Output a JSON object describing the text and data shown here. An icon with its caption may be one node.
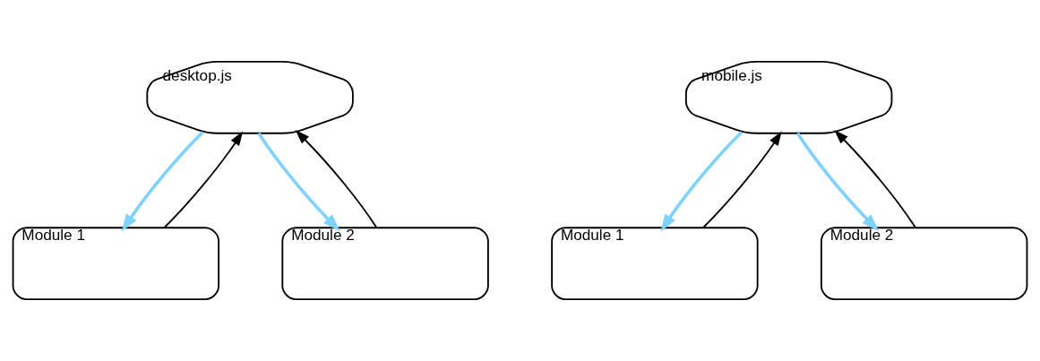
{
  "diagram": {
    "nodes": [
      {
        "text": [
          "desktop.js"
        ]
      },
      {
        "text": [
          "Module 1"
        ]
      },
      {
        "text": [
          "Module 2"
        ]
      },
      {
        "text": [
          "mobile.js"
        ]
      },
      {
        "text": [
          "Module 1"
        ]
      },
      {
        "text": [
          "Module 2"
        ]
      }
    ],
    "edges": [
      {
        "from": 1,
        "to": 0,
        "arrow": "to"
      },
      {
        "from": 2,
        "to": 0,
        "arrow": "to"
      },
      {
        "from": 0,
        "to": 1,
        "arrow": "to",
        "color": "#7fd3fb",
        "style": "thick"
      },
      {
        "from": 0,
        "to": 2,
        "arrow": "to",
        "color": "#7fd3fb",
        "style": "thick"
      },
      {
        "from": 4,
        "to": 3,
        "arrow": "to"
      },
      {
        "from": 5,
        "to": 3,
        "arrow": "to"
      },
      {
        "from": 3,
        "to": 4,
        "arrow": "to",
        "color": "#7fd3fb",
        "style": "thick"
      },
      {
        "from": 3,
        "to": 5,
        "arrow": "to",
        "color": "#7fd3fb",
        "style": "thick"
      }
    ]
  }
}
